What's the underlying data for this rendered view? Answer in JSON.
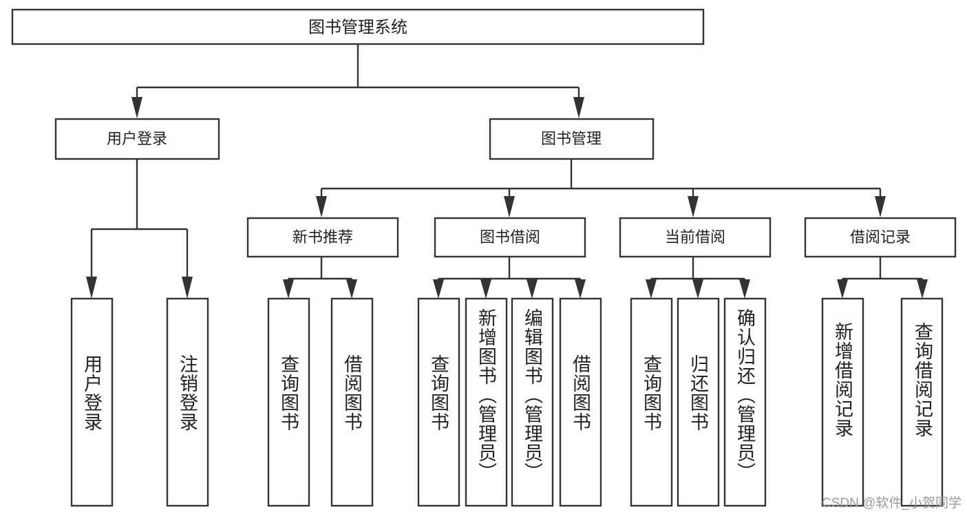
{
  "diagram": {
    "title_node": {
      "label": "图书管理系统"
    },
    "level2": [
      {
        "id": "user-login",
        "label": "用户登录"
      },
      {
        "id": "book-management",
        "label": "图书管理"
      }
    ],
    "level3": [
      {
        "id": "new-book-recommend",
        "label": "新书推荐"
      },
      {
        "id": "book-borrow",
        "label": "图书借阅"
      },
      {
        "id": "current-borrow",
        "label": "当前借阅"
      },
      {
        "id": "borrow-record",
        "label": "借阅记录"
      }
    ],
    "leaves": [
      {
        "id": "leaf-user-login",
        "label": "用户登录"
      },
      {
        "id": "leaf-logout-login",
        "label": "注销登录"
      },
      {
        "id": "leaf-query-book-1",
        "label": "查询图书"
      },
      {
        "id": "leaf-borrow-book-1",
        "label": "借阅图书"
      },
      {
        "id": "leaf-query-book-2",
        "label": "查询图书"
      },
      {
        "id": "leaf-add-book-admin",
        "label": "新增图书（管理员）"
      },
      {
        "id": "leaf-edit-book-admin",
        "label": "编辑图书（管理员）"
      },
      {
        "id": "leaf-borrow-book-2",
        "label": "借阅图书"
      },
      {
        "id": "leaf-query-book-3",
        "label": "查询图书"
      },
      {
        "id": "leaf-return-book",
        "label": "归还图书"
      },
      {
        "id": "leaf-confirm-return-admin",
        "label": "确认归还（管理员）"
      },
      {
        "id": "leaf-add-borrow-record",
        "label": "新增借阅记录"
      },
      {
        "id": "leaf-query-borrow-record",
        "label": "查询借阅记录"
      }
    ],
    "watermark": "CSDN @软件_小贺同学",
    "colors": {
      "stroke": "#333333",
      "box_fill": "#ffffff",
      "text": "#222222",
      "watermark": "#9a9a9a",
      "background": "#ffffff"
    }
  }
}
